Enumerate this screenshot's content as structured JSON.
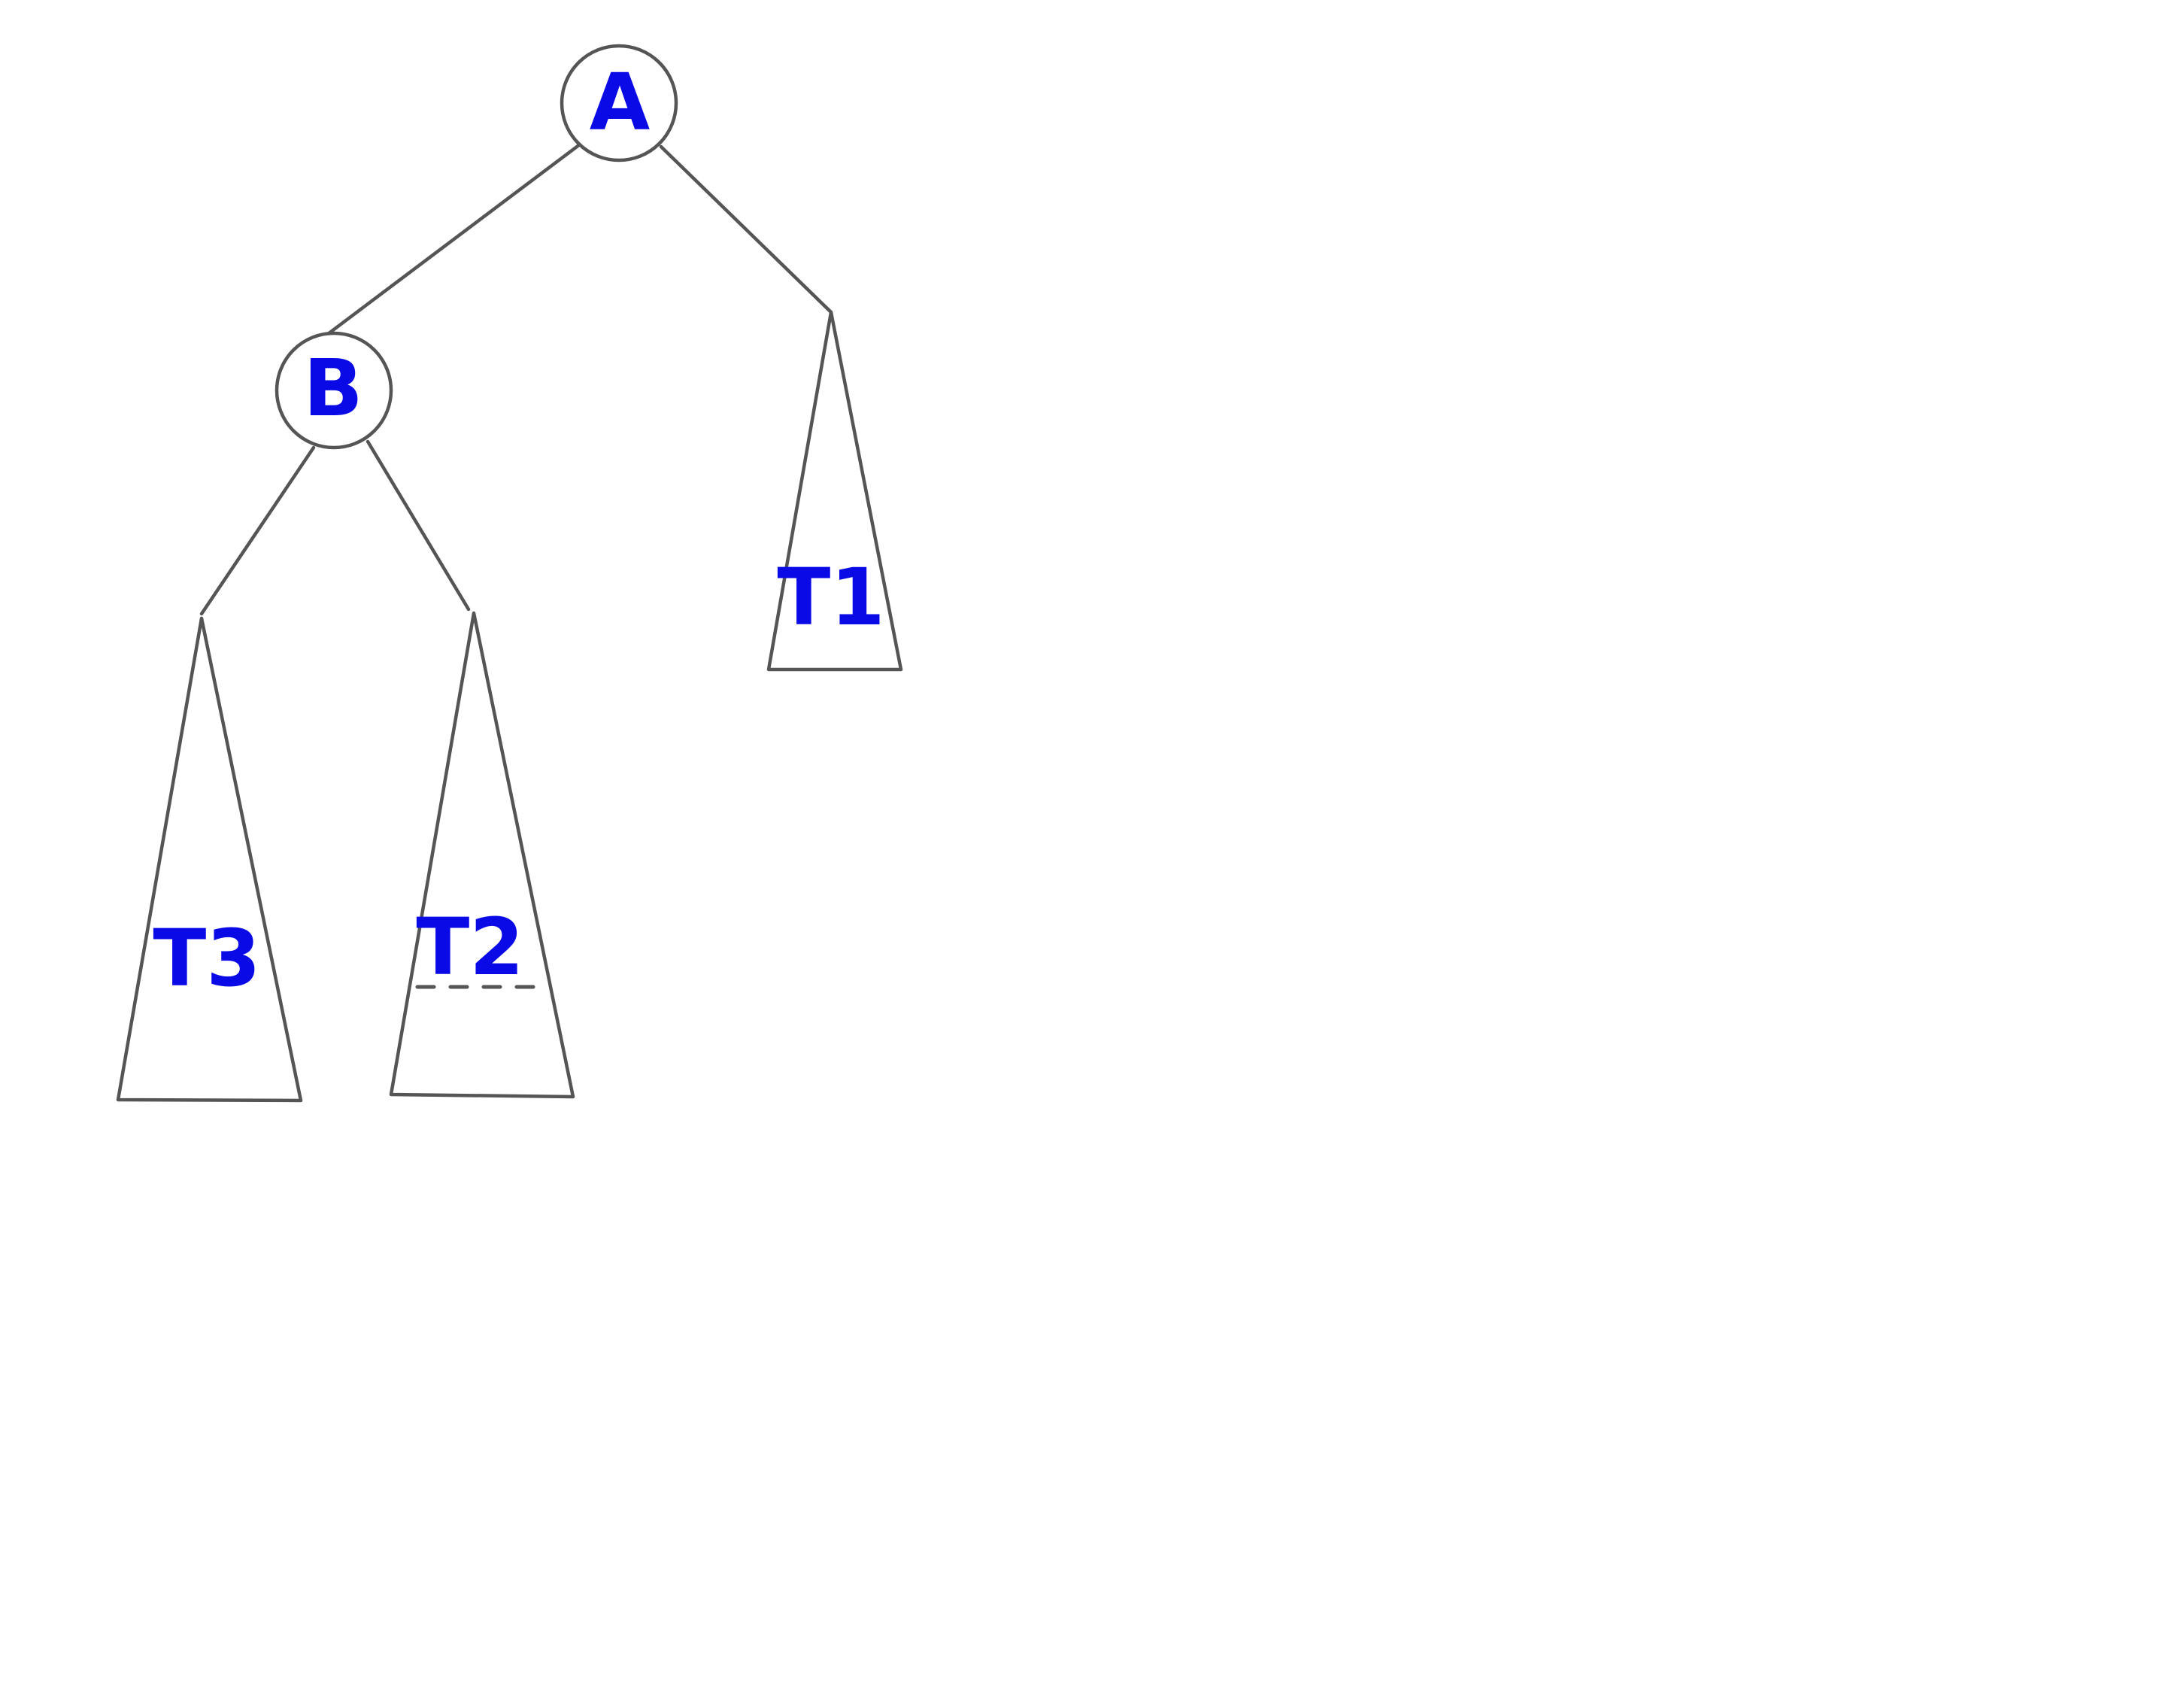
{
  "diagram": {
    "nodes": {
      "A": {
        "label": "A"
      },
      "B": {
        "label": "B"
      }
    },
    "subtrees": {
      "T1": {
        "label": "T1"
      },
      "T2": {
        "label": "T2"
      },
      "T3": {
        "label": "T3"
      }
    },
    "colors": {
      "label": "#0a0ae6",
      "stroke": "#555555",
      "background": "#ffffff"
    }
  }
}
